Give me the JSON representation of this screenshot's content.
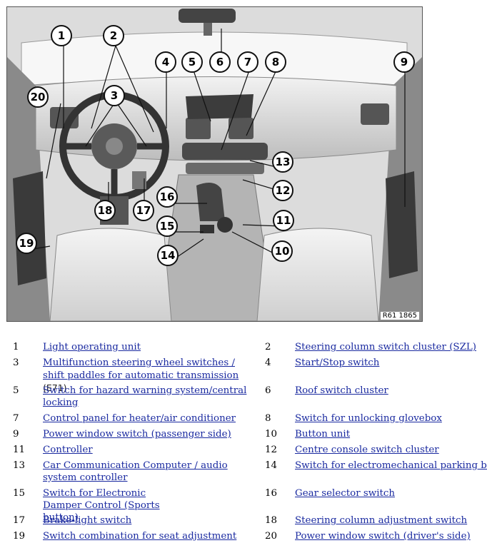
{
  "figure": {
    "reference": "R61 1865",
    "callouts": [
      "1",
      "2",
      "3",
      "4",
      "5",
      "6",
      "7",
      "8",
      "9",
      "10",
      "11",
      "12",
      "13",
      "14",
      "15",
      "16",
      "17",
      "18",
      "19",
      "20"
    ]
  },
  "legend": [
    {
      "number": "1",
      "label": "Light operating unit"
    },
    {
      "number": "2",
      "label": "Steering column switch cluster (SZL)"
    },
    {
      "number": "3",
      "label": "Multifunction steering wheel switches / shift paddles for automatic transmission",
      "suffix": " (E71)"
    },
    {
      "number": "4",
      "label": "Start/Stop switch"
    },
    {
      "number": "5",
      "label": "Switch for hazard warning system/central locking"
    },
    {
      "number": "6",
      "label": "Roof switch cluster"
    },
    {
      "number": "7",
      "label": "Control panel for heater/air conditioner"
    },
    {
      "number": "8",
      "label": "Switch for unlocking glovebox"
    },
    {
      "number": "9",
      "label": "Power window switch (passenger side)"
    },
    {
      "number": "10",
      "label": "Button unit"
    },
    {
      "number": "11",
      "label": "Controller"
    },
    {
      "number": "12",
      "label": "Centre console switch cluster"
    },
    {
      "number": "13",
      "label": "Car Communication Computer / audio system controller"
    },
    {
      "number": "14",
      "label": "Switch for electromechanical parking brake"
    },
    {
      "number": "15",
      "label": "Switch for Electronic Damper Control (Sports button)"
    },
    {
      "number": "16",
      "label": "Gear selector switch"
    },
    {
      "number": "17",
      "label": "Brake-light switch"
    },
    {
      "number": "18",
      "label": "Steering column adjustment switch"
    },
    {
      "number": "19",
      "label": "Switch combination for seat adjustment"
    },
    {
      "number": "20",
      "label": "Power window switch (driver's side)"
    }
  ]
}
